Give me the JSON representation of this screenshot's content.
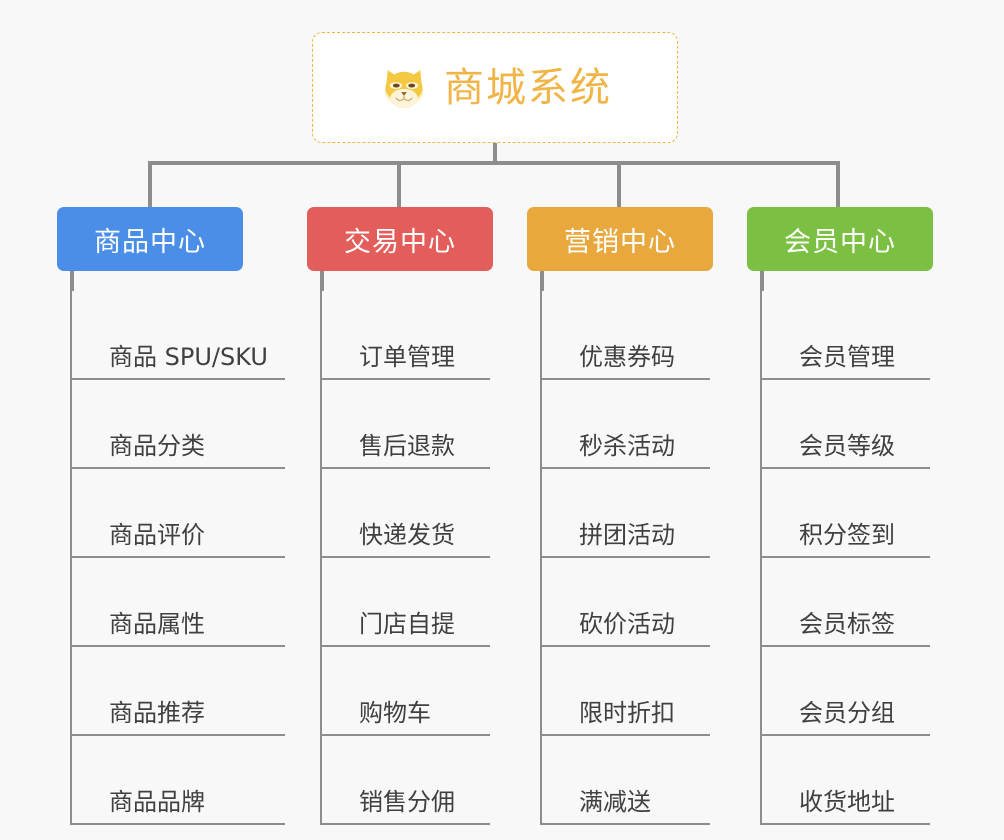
{
  "diagram": {
    "background_color": "#f8f8f9",
    "root": {
      "title": "商城系统",
      "icon": "shiba-dog-face-icon",
      "accent_color": "#f0b447",
      "border_style": "dashed"
    },
    "connector_color": "#8d8d8d",
    "columns": [
      {
        "header": "商品中心",
        "color": "#4a8ee8",
        "items": [
          "商品 SPU/SKU",
          "商品分类",
          "商品评价",
          "商品属性",
          "商品推荐",
          "商品品牌"
        ]
      },
      {
        "header": "交易中心",
        "color": "#e35d5b",
        "items": [
          "订单管理",
          "售后退款",
          "快递发货",
          "门店自提",
          "购物车",
          "销售分佣"
        ]
      },
      {
        "header": "营销中心",
        "color": "#e9a83d",
        "items": [
          "优惠券码",
          "秒杀活动",
          "拼团活动",
          "砍价活动",
          "限时折扣",
          "满减送"
        ]
      },
      {
        "header": "会员中心",
        "color": "#7bc043",
        "items": [
          "会员管理",
          "会员等级",
          "积分签到",
          "会员标签",
          "会员分组",
          "收货地址"
        ]
      }
    ]
  }
}
